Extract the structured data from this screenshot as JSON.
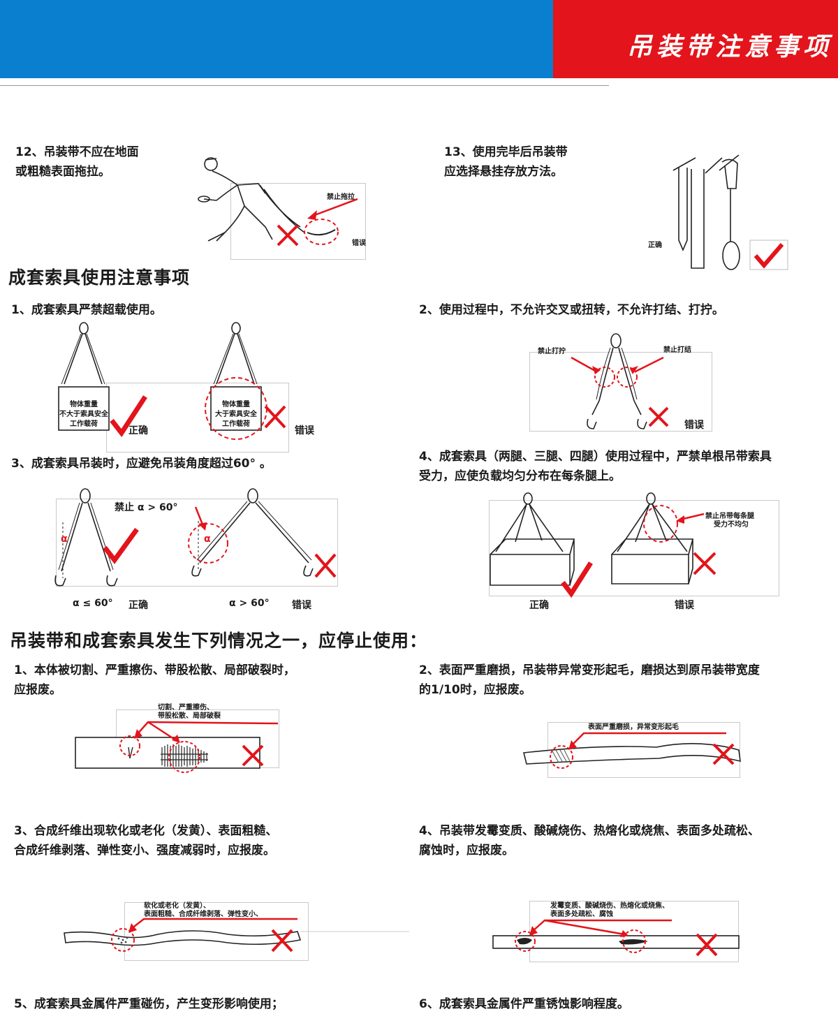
{
  "header": {
    "title": "吊装带注意事项",
    "colors": {
      "blue": "#0a7fd0",
      "red": "#e3141b"
    }
  },
  "items": {
    "i12": {
      "line1": "12、吊装带不应在地面",
      "line2": "或粗糙表面拖拉。",
      "tag": "禁止拖拉",
      "verdict": "错误"
    },
    "i13": {
      "line1": "13、使用完毕后吊装带",
      "line2": "应选择悬挂存放方法。",
      "verdict": "正确"
    }
  },
  "section_rigging": {
    "heading": "成套索具使用注意事项",
    "s1": {
      "text": "1、成套索具严禁超载使用。",
      "box_text": [
        "物体重量",
        "不大于索具安全",
        "工作载荷"
      ],
      "box_text_wrong": [
        "物体重量",
        "大于索具安全",
        "工作载荷"
      ],
      "correct": "正确",
      "wrong": "错误"
    },
    "s2": {
      "text": "2、使用过程中，不允许交叉或扭转，不允许打结、打拧。",
      "tag_left": "禁止打拧",
      "tag_right": "禁止打结",
      "wrong": "错误"
    },
    "s3": {
      "text": "3、成套索具吊装时，应避免吊装角度超过60°  。",
      "tag": "禁止 α > 60°",
      "alpha": "α",
      "label_ok": "α ≤ 60°",
      "label_bad": "α > 60°",
      "correct": "正确",
      "wrong": "错误"
    },
    "s4": {
      "line1": "4、成套索具（两腿、三腿、四腿）使用过程中，严禁单根吊带索具",
      "line2": "受力，应使负载均匀分布在每条腿上。",
      "tag_line1": "禁止吊带每条腿",
      "tag_line2": "受力不均匀",
      "correct": "正确",
      "wrong": "错误"
    }
  },
  "section_stop": {
    "heading": "吊装带和成套索具发生下列情况之一，应停止使用：",
    "c1": {
      "line1": "1、本体被切割、严重擦伤、带股松散、局部破裂时，",
      "line2": "应报废。",
      "tag_line1": "切割、严重擦伤、",
      "tag_line2": "带股松散、局部破裂"
    },
    "c2": {
      "line1": "2、表面严重磨损，吊装带异常变形起毛，磨损达到原吊装带宽度",
      "line2": "的1/10时，应报废。",
      "tag": "表面严重磨损，异常变形起毛"
    },
    "c3": {
      "line1": "3、合成纤维出现软化或老化（发黄）、表面粗糙、",
      "line2": "合成纤维剥落、弹性变小、强度减弱时，应报废。",
      "tag_line1": "软化或老化（发黄）、",
      "tag_line2": "表面粗糙、合成纤维剥落、弹性变小、"
    },
    "c4": {
      "line1": "4、吊装带发霉变质、酸碱烧伤、热熔化或烧焦、表面多处疏松、",
      "line2": "腐蚀时，应报废。",
      "tag_line1": "发霉变质、酸碱烧伤、热熔化或烧焦、",
      "tag_line2": "表面多处疏松、腐蚀"
    },
    "c5": {
      "text": "5、成套索具金属件严重碰伤，产生变形影响使用；"
    },
    "c6": {
      "text": "6、成套索具金属件严重锈蚀影响程度。"
    }
  }
}
